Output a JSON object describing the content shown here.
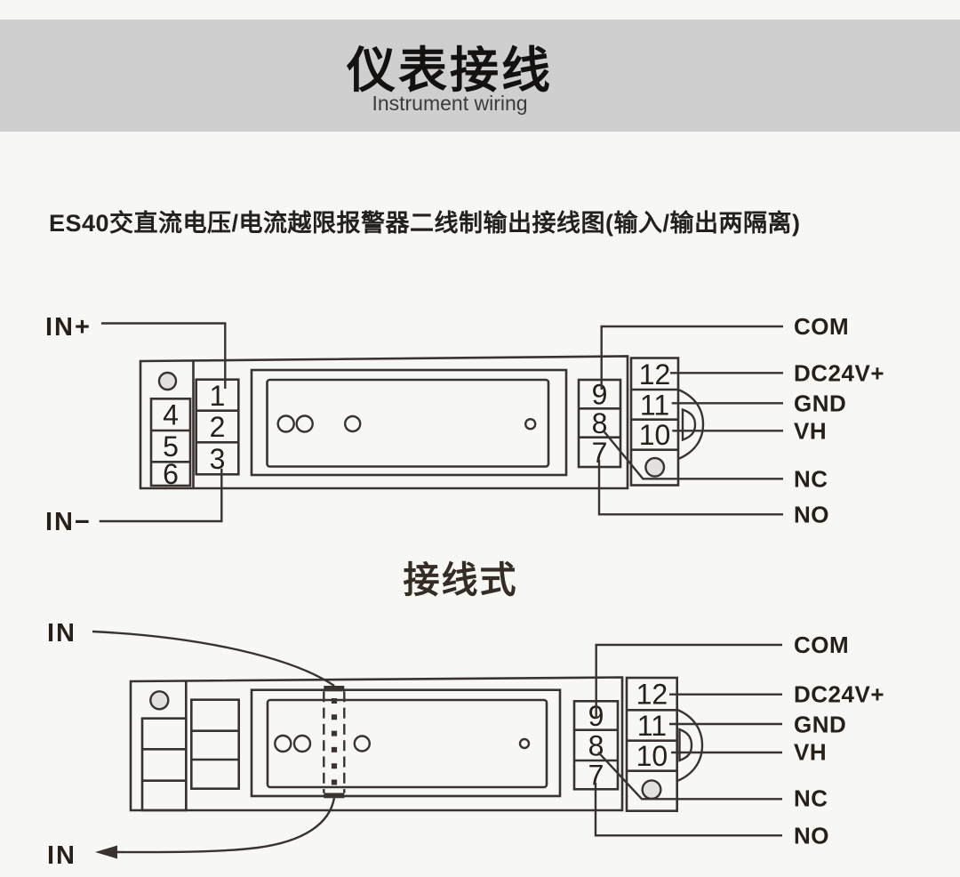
{
  "page": {
    "background": "#f7f7f6"
  },
  "header": {
    "banner_color": "#d0cfd0",
    "title": "仪表接线",
    "subtitle": "Instrument wiring"
  },
  "intro": {
    "text": "ES40交直流电压/电流越限报警器二线制输出接线图(输入/输出两隔离)"
  },
  "diagram1": {
    "label_in_plus": "IN+",
    "label_in_minus": "IN−",
    "terminals": {
      "t1": "1",
      "t2": "2",
      "t3": "3",
      "t4": "4",
      "t5": "5",
      "t6": "6",
      "t7": "7",
      "t8": "8",
      "t9": "9",
      "t10": "10",
      "t11": "11",
      "t12": "12"
    },
    "outputs": {
      "com": "COM",
      "dc24v": "DC24V+",
      "gnd": "GND",
      "vh": "VH",
      "nc": "NC",
      "no": "NO"
    }
  },
  "diagram2": {
    "title": "接线式",
    "label_in_top": "IN",
    "label_in_bottom": "IN",
    "terminals": {
      "t7": "7",
      "t8": "8",
      "t9": "9",
      "t10": "10",
      "t11": "11",
      "t12": "12"
    },
    "outputs": {
      "com": "COM",
      "dc24v": "DC24V+",
      "gnd": "GND",
      "vh": "VH",
      "nc": "NC",
      "no": "NO"
    }
  },
  "colors": {
    "line": "#3a322e",
    "text": "#262019",
    "hole_fill": "#e3e1e0",
    "banner": "#d0cfd0"
  }
}
